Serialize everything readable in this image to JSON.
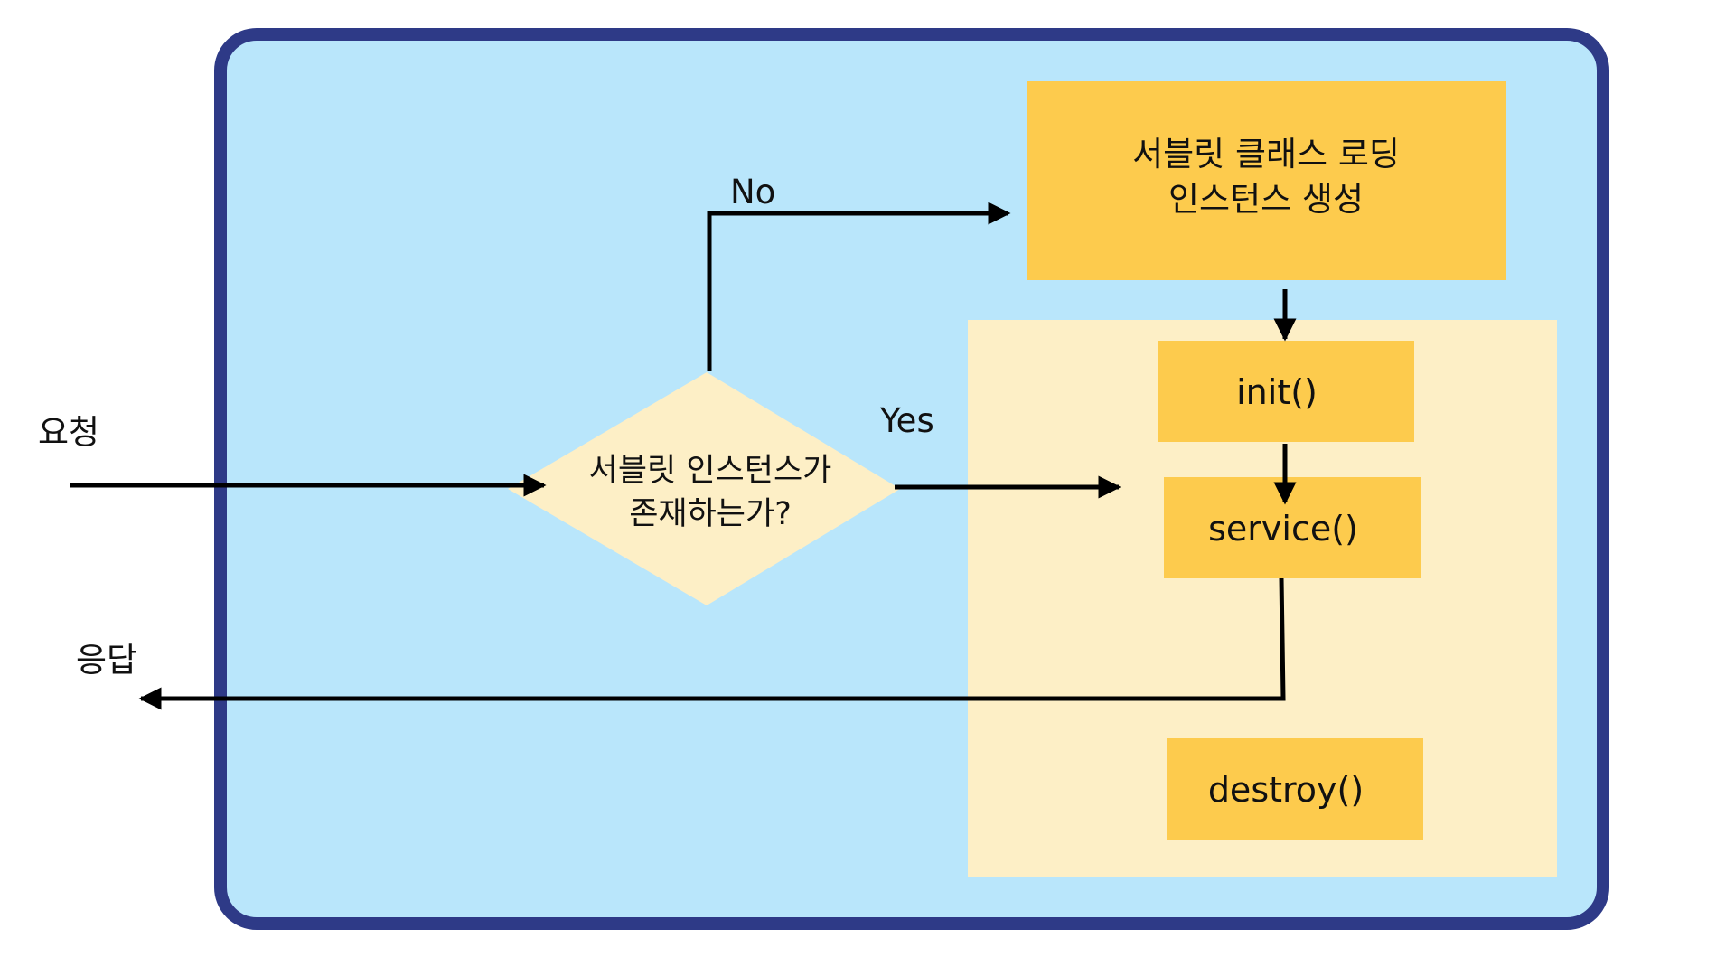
{
  "diagram": {
    "labels": {
      "request": "요청",
      "response": "응답",
      "no": "No",
      "yes": "Yes"
    },
    "decision": {
      "line1": "서블릿 인스턴스가",
      "line2": "존재하는가?"
    },
    "load_box": {
      "line1": "서블릿 클래스 로딩",
      "line2": "인스턴스 생성"
    },
    "lifecycle": {
      "init": "init()",
      "service": "service()",
      "destroy": "destroy()"
    }
  },
  "colors": {
    "frame_border": "#2E3A87",
    "frame_fill": "#B9E6FB",
    "lifecycle_panel": "#FDEFC6",
    "decision_fill": "#FDEFC6",
    "box_fill": "#FDCB4D",
    "arrow": "#000000"
  }
}
